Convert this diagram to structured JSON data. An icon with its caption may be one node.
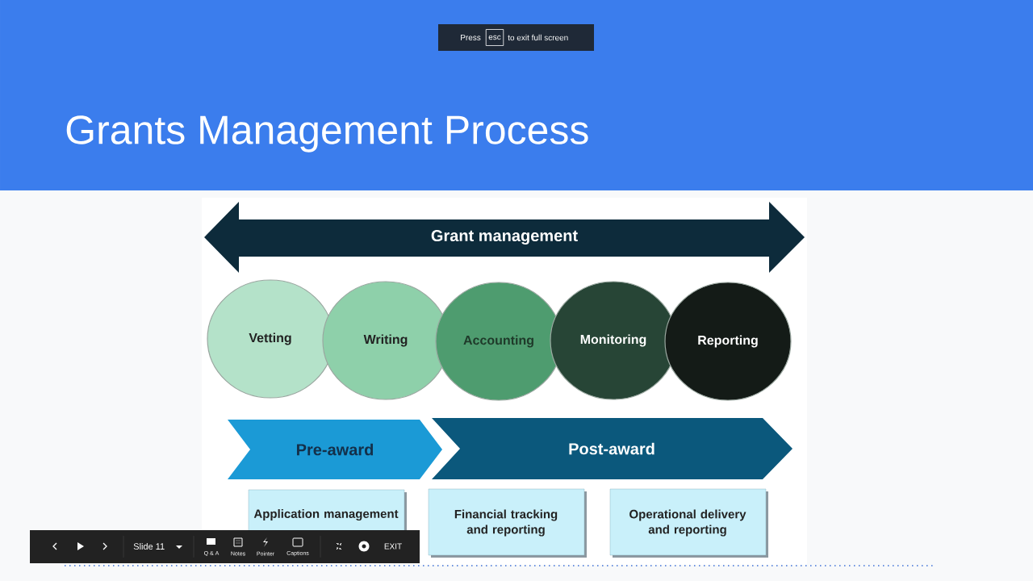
{
  "diagram": {
    "title": "Grants Management Process",
    "nodes": [
      {
        "text": [
          "Grant management"
        ]
      },
      {
        "text": [
          "Vetting"
        ]
      },
      {
        "text": [
          "Writing"
        ]
      },
      {
        "text": [
          "Accounting"
        ]
      },
      {
        "text": [
          "Monitoring"
        ]
      },
      {
        "text": [
          "Reporting"
        ]
      },
      {
        "text": [
          "Pre-award"
        ]
      },
      {
        "text": [
          "Post-award"
        ]
      },
      {
        "text": [
          "Application management"
        ]
      },
      {
        "text": [
          "Financial tracking and reporting"
        ]
      },
      {
        "text": [
          "Operational delivery and reporting"
        ]
      }
    ],
    "edges": [],
    "labels": [
      "Press",
      "esc",
      "to exit full screen",
      "Slide 11",
      "Q & A",
      "Notes",
      "Pointer",
      "Captions",
      "EXIT"
    ]
  }
}
